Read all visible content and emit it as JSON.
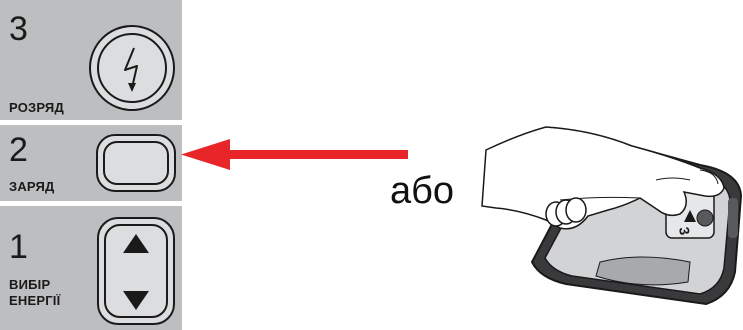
{
  "steps": [
    {
      "number": "3",
      "label": "РОЗРЯД",
      "icon": "shock-bolt-icon"
    },
    {
      "number": "2",
      "label": "ЗАРЯД",
      "icon": "blank-button"
    },
    {
      "number": "1",
      "label_line1": "ВИБІР",
      "label_line2": "ЕНЕРГІЇ",
      "icon": "up-down-arrows"
    }
  ],
  "or_text": "або",
  "colors": {
    "panel": "#bcbec0",
    "arrow": "#e8262a",
    "button_fill": "#dcdddf",
    "text": "#1a1a1a"
  }
}
